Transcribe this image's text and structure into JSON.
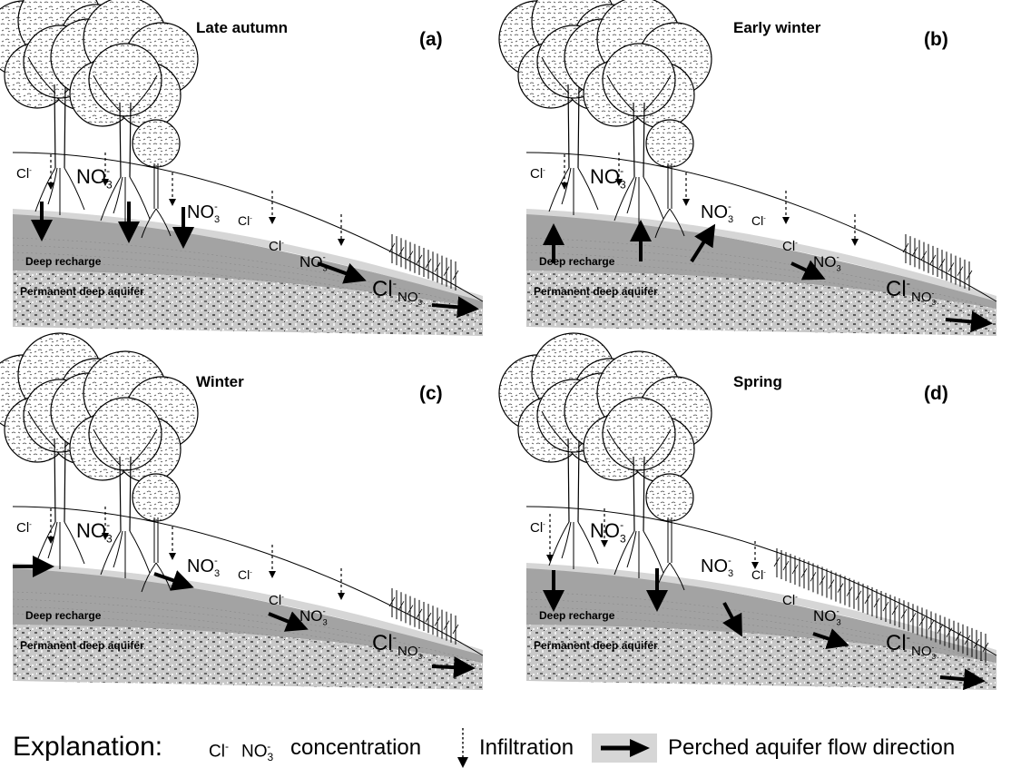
{
  "panels": [
    {
      "id": "a",
      "title": "Late autumn",
      "label": "(a)"
    },
    {
      "id": "b",
      "title": "Early winter",
      "label": "(b)"
    },
    {
      "id": "c",
      "title": "Winter",
      "label": "(c)"
    },
    {
      "id": "d",
      "title": "Spring",
      "label": "(d)"
    }
  ],
  "layers": {
    "deep_recharge": "Deep recharge",
    "permanent": "Permanent deep aquifer"
  },
  "chem": {
    "cl": "Cl",
    "no": "NO",
    "minus": "-",
    "sub3": "3"
  },
  "legend": {
    "explanation": "Explanation:",
    "concentration": "concentration",
    "infiltration": "Infiltration",
    "flow": "Perched aquifer flow direction"
  },
  "colors": {
    "perched": "#d6d6d6",
    "recharge": "#a3a3a3",
    "deep": "#c9c9c9",
    "line": "#000000"
  }
}
